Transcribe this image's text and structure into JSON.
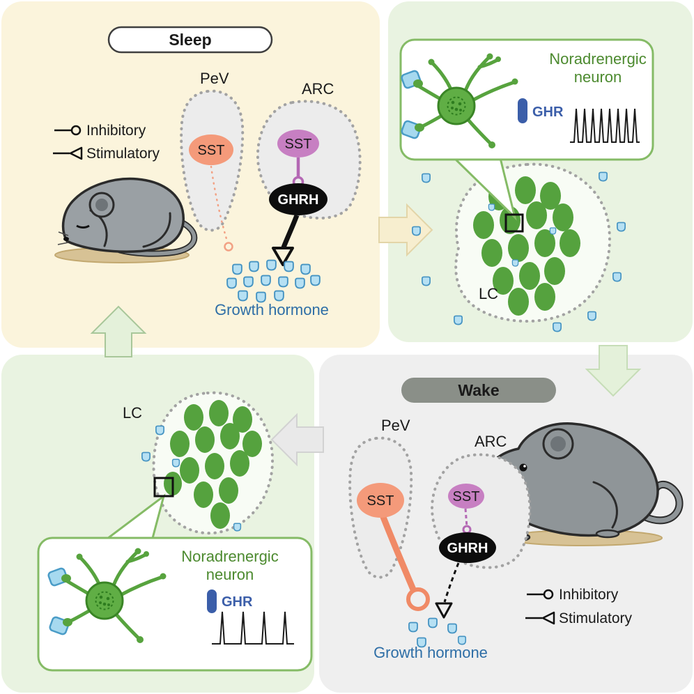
{
  "palette": {
    "sleep_bg": "#fbf4dc",
    "lc_bg": "#e9f3e1",
    "wake_bg": "#efefef",
    "neuron_green": "#57a33e",
    "droplet_blue": "#b6e0f3",
    "sst_orange": "#f49a7a",
    "sst_purple": "#c77fc2",
    "ghrh_black": "#0d0d0d",
    "growth_hormone_text": "#2e6ea6",
    "noradrenergic_text": "#4c8a2f",
    "ghr_blue": "#3b5ea9",
    "wake_pill": "#8a8f88"
  },
  "panels": {
    "sleep": {
      "title": "Sleep",
      "legend": {
        "inhibitory": "Inhibitory",
        "stimulatory": "Stimulatory"
      },
      "regions": {
        "pev": "PeV",
        "arc": "ARC"
      },
      "nodes": {
        "sst_pev": "SST",
        "sst_arc": "SST",
        "ghrh": "GHRH"
      },
      "hormone_label": "Growth hormone"
    },
    "lc_active": {
      "callout": {
        "title_line1": "Noradrenergic",
        "title_line2": "neuron",
        "receptor": "GHR"
      },
      "region_label": "LC"
    },
    "wake": {
      "title": "Wake",
      "legend": {
        "inhibitory": "Inhibitory",
        "stimulatory": "Stimulatory"
      },
      "regions": {
        "pev": "PeV",
        "arc": "ARC"
      },
      "nodes": {
        "sst_pev": "SST",
        "sst_arc": "SST",
        "ghrh": "GHRH"
      },
      "hormone_label": "Growth hormone"
    },
    "lc_inactive": {
      "callout": {
        "title_line1": "Noradrenergic",
        "title_line2": "neuron",
        "receptor": "GHR"
      },
      "region_label": "LC"
    }
  }
}
